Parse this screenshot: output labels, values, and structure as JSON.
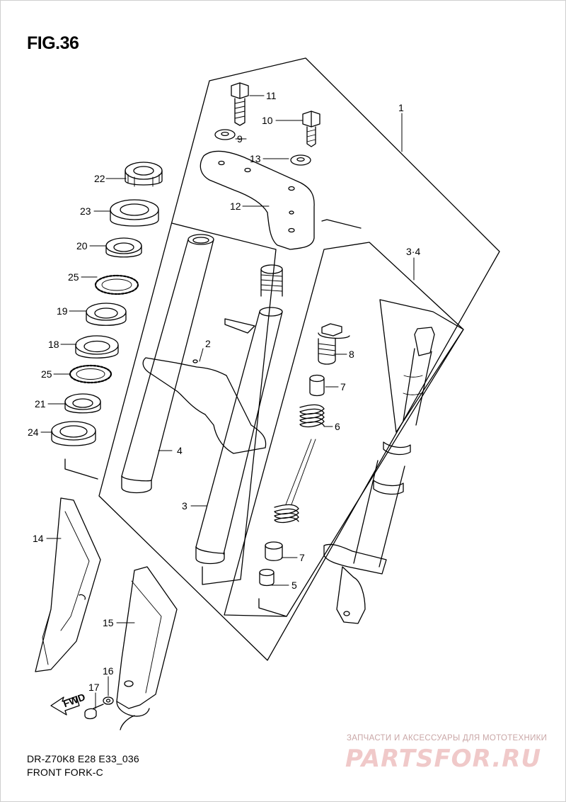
{
  "figure": {
    "title": "FIG.36",
    "model_code": "DR-Z70K8 E28 E33_036",
    "name": "FRONT FORK-C"
  },
  "part_callouts": [
    "1",
    "2",
    "3",
    "3·4",
    "4",
    "5",
    "6",
    "7",
    "7",
    "8",
    "9",
    "10",
    "11",
    "12",
    "13",
    "14",
    "15",
    "16",
    "17",
    "18",
    "19",
    "20",
    "21",
    "22",
    "23",
    "24",
    "25",
    "25"
  ],
  "badge": "FWD",
  "watermark": {
    "caption": "ЗАПЧАСТИ И АКСЕССУАРЫ ДЛЯ МОТОТЕХНИКИ",
    "logo": "PARTSFOR.RU"
  }
}
